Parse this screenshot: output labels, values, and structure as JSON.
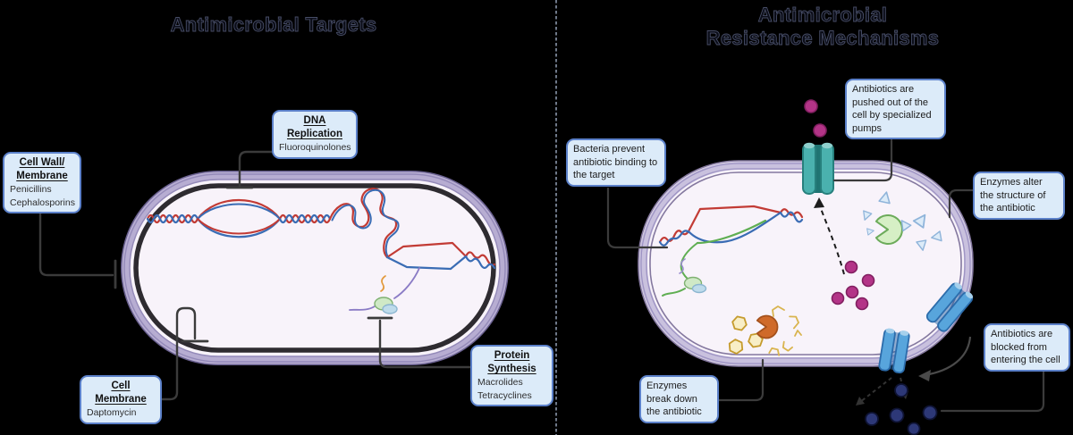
{
  "left_panel": {
    "title": "Antimicrobial Targets",
    "boxes": {
      "cell_wall": {
        "heading1": "Cell Wall/",
        "heading2": "Membrane",
        "body1": "Penicillins",
        "body2": "Cephalosporins"
      },
      "dna_replication": {
        "heading1": "DNA",
        "heading2": "Replication",
        "body1": "Fluoroquinolones"
      },
      "cell_membrane": {
        "heading1": "Cell",
        "heading2": "Membrane",
        "body1": "Daptomycin"
      },
      "protein_synthesis": {
        "heading1": "Protein",
        "heading2": "Synthesis",
        "body1": "Macrolides",
        "body2": "Tetracyclines"
      }
    }
  },
  "right_panel": {
    "title_line1": "Antimicrobial",
    "title_line2": "Resistance Mechanisms",
    "boxes": {
      "target_change": {
        "text": "Bacteria prevent antibiotic binding to the target"
      },
      "efflux": {
        "text": "Antibiotics are pushed out of the cell by specialized pumps"
      },
      "alteration": {
        "text": "Enzymes alter the structure of the antibiotic"
      },
      "breakdown": {
        "text": "Enzymes break down the antibiotic"
      },
      "blocked": {
        "text": "Antibiotics are blocked from entering the cell"
      }
    }
  },
  "colors": {
    "background": "#000000",
    "label_box_bg": "#dcebf9",
    "label_box_border": "#5b80c9",
    "membrane_purple": "#b7add2",
    "cell_interior": "#f8f3fa",
    "efflux_pump_teal": "#4ab1ae",
    "porin_blue": "#58a5dc",
    "antibiotic_magenta": "#b33487",
    "antibiotic_navy": "#2d3877",
    "enzyme_green": "#d6efc5",
    "enzyme_orange": "#cf6a2a",
    "antibiotic_yellow": "#f8eec6",
    "dna_red": "#c23b35",
    "dna_blue": "#3a6cb4",
    "connector_gray": "#3b3b3b",
    "divider_gray": "#6e7888"
  }
}
